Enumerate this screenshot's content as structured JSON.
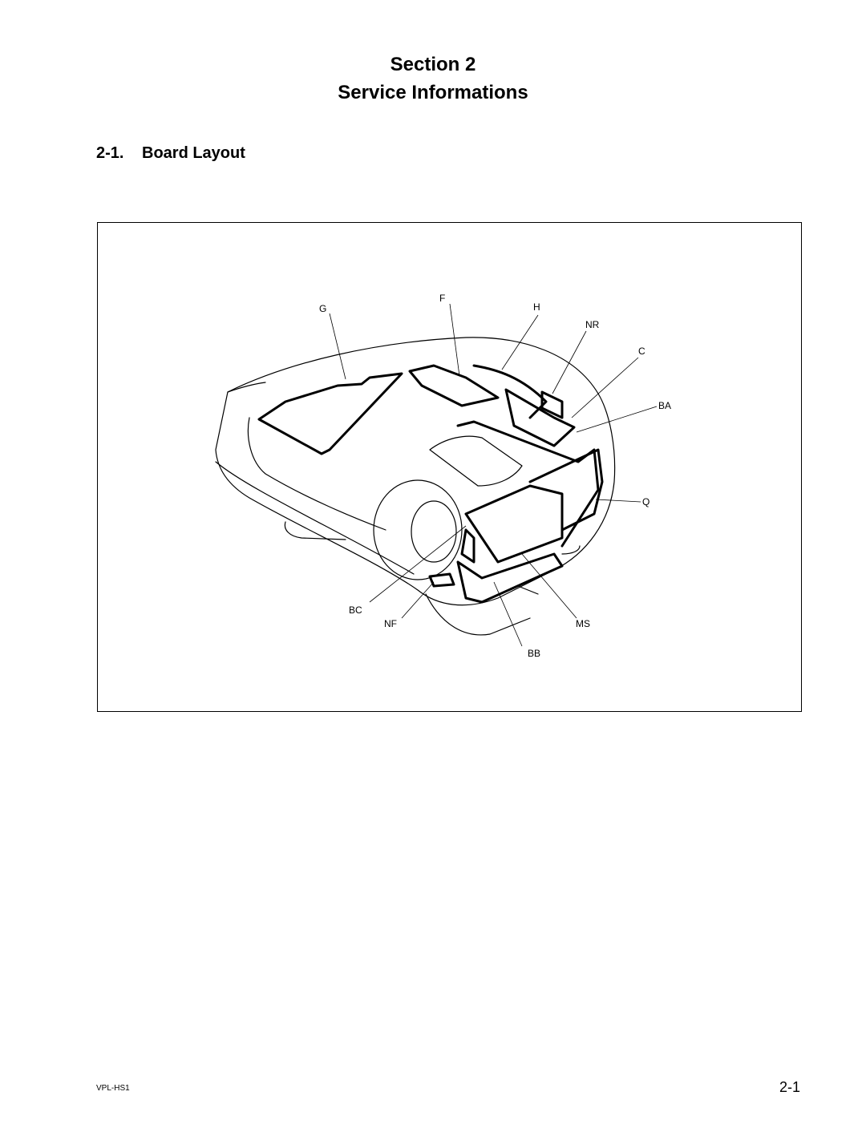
{
  "header": {
    "section_label": "Section 2",
    "section_title": "Service Informations"
  },
  "subsection": {
    "number": "2-1.",
    "title": "Board Layout"
  },
  "figure": {
    "callouts": {
      "g": "G",
      "f": "F",
      "h": "H",
      "nr": "NR",
      "c": "C",
      "ba": "BA",
      "q": "Q",
      "bc": "BC",
      "nf": "NF",
      "ms": "MS",
      "bb": "BB"
    }
  },
  "footer": {
    "model": "VPL-HS1",
    "page": "2-1"
  }
}
